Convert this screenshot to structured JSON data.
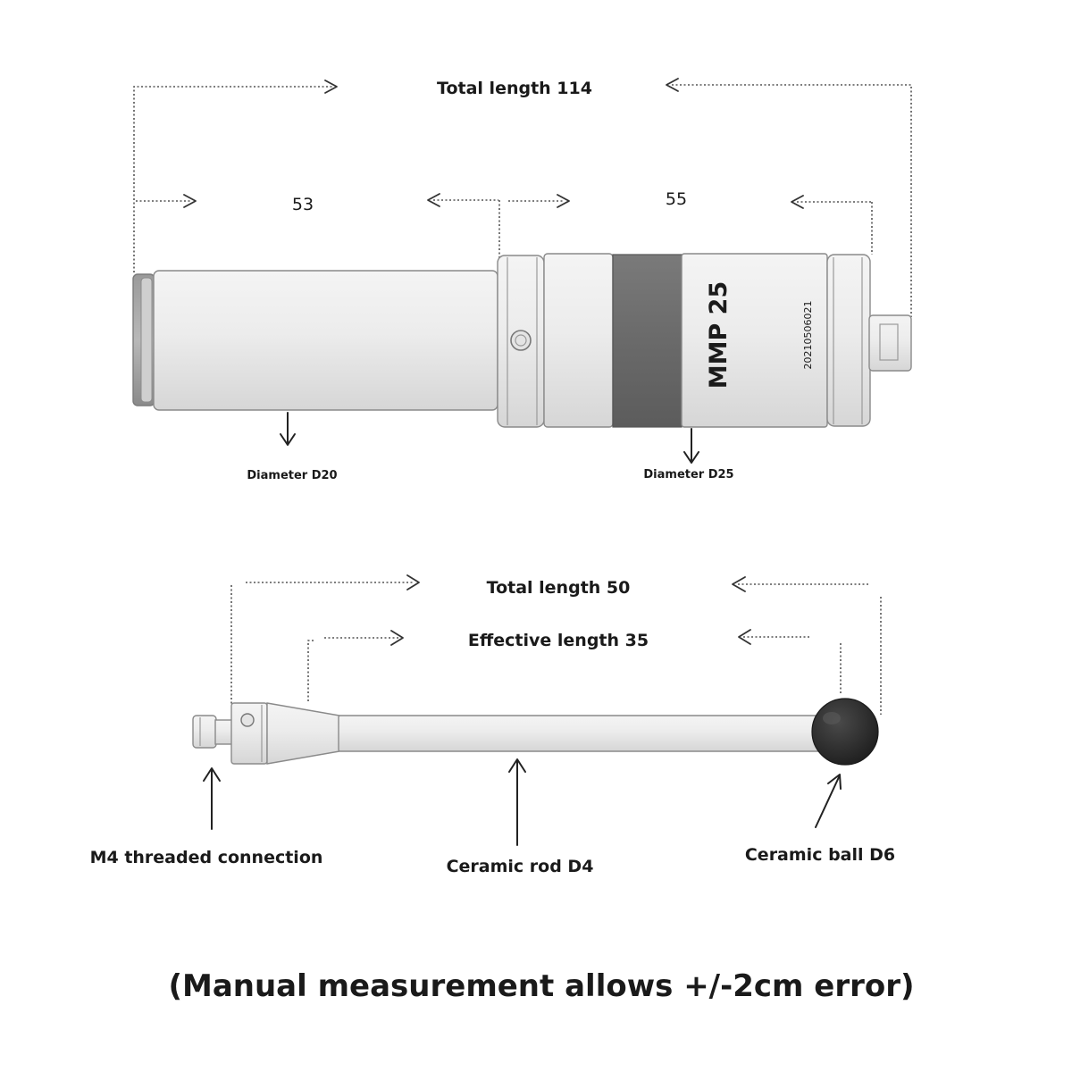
{
  "probe": {
    "total_length_label": "Total length 114",
    "segment_left_label": "53",
    "segment_right_label": "55",
    "model_text": "MMP 25",
    "serial_text": "20210506021",
    "diameter_left_label": "Diameter D20",
    "diameter_right_label": "Diameter D25"
  },
  "stylus": {
    "total_length_label": "Total length 50",
    "effective_length_label": "Effective length 35",
    "thread_label": "M4 threaded connection",
    "rod_label": "Ceramic rod D4",
    "ball_label": "Ceramic ball D6"
  },
  "footer": {
    "note": "(Manual measurement allows +/-2cm error)"
  },
  "colors": {
    "body_light": "#ececec",
    "band_dark": "#6f6f6f",
    "ball_dark": "#2f2f2f",
    "dimension_line": "#555555"
  }
}
